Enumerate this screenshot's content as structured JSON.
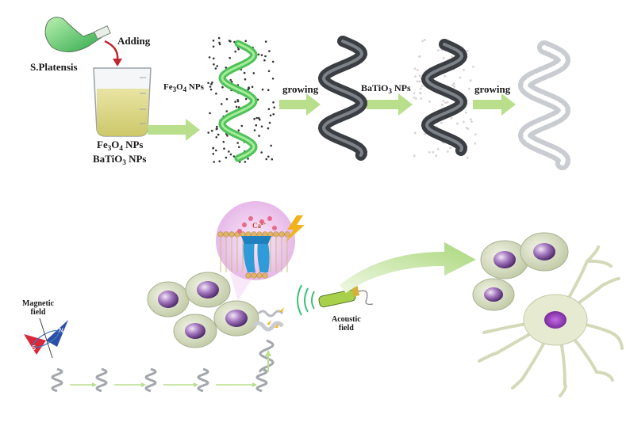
{
  "top_row": {
    "flask_label": "S.Platensis",
    "adding_label": "Adding",
    "beaker_label_line1": {
      "a": "Fe",
      "sub1": "3",
      "b": "O",
      "sub2": "4",
      "c": " NPs"
    },
    "beaker_label_line2": {
      "a": "BaTiO",
      "sub1": "3",
      "b": " NPs"
    },
    "step1_label": {
      "a": "Fe",
      "sub1": "3",
      "b": "O",
      "sub2": "4",
      "c": " NPs"
    },
    "step2_label": "growing",
    "step3_label": {
      "a": "BaTiO",
      "sub1": "3",
      "b": " NPs"
    },
    "step4_label": "growing"
  },
  "bottom_row": {
    "magnetic_label_line1": "Magnetic",
    "magnetic_label_line2": "field",
    "acoustic_label_line1": "Acoustic",
    "acoustic_label_line2": "field",
    "ion_label": {
      "a": "Ca",
      "sup": "2+"
    }
  },
  "colors": {
    "arrow_green": "#b9de8c",
    "spiral_green": "#4fc25a",
    "spiral_dark": "#3a3d42",
    "spiral_white": "#c9ccd0",
    "cell_body": "#d9dfc5",
    "nucleus": "#8a5ca8",
    "channel_blue": "#2f9bd8",
    "magnet_red": "#d9283a",
    "magnet_blue": "#2c4fa8",
    "neuron_body": "#e6ead0",
    "neuron_nucleus": "#9a3fc2"
  }
}
